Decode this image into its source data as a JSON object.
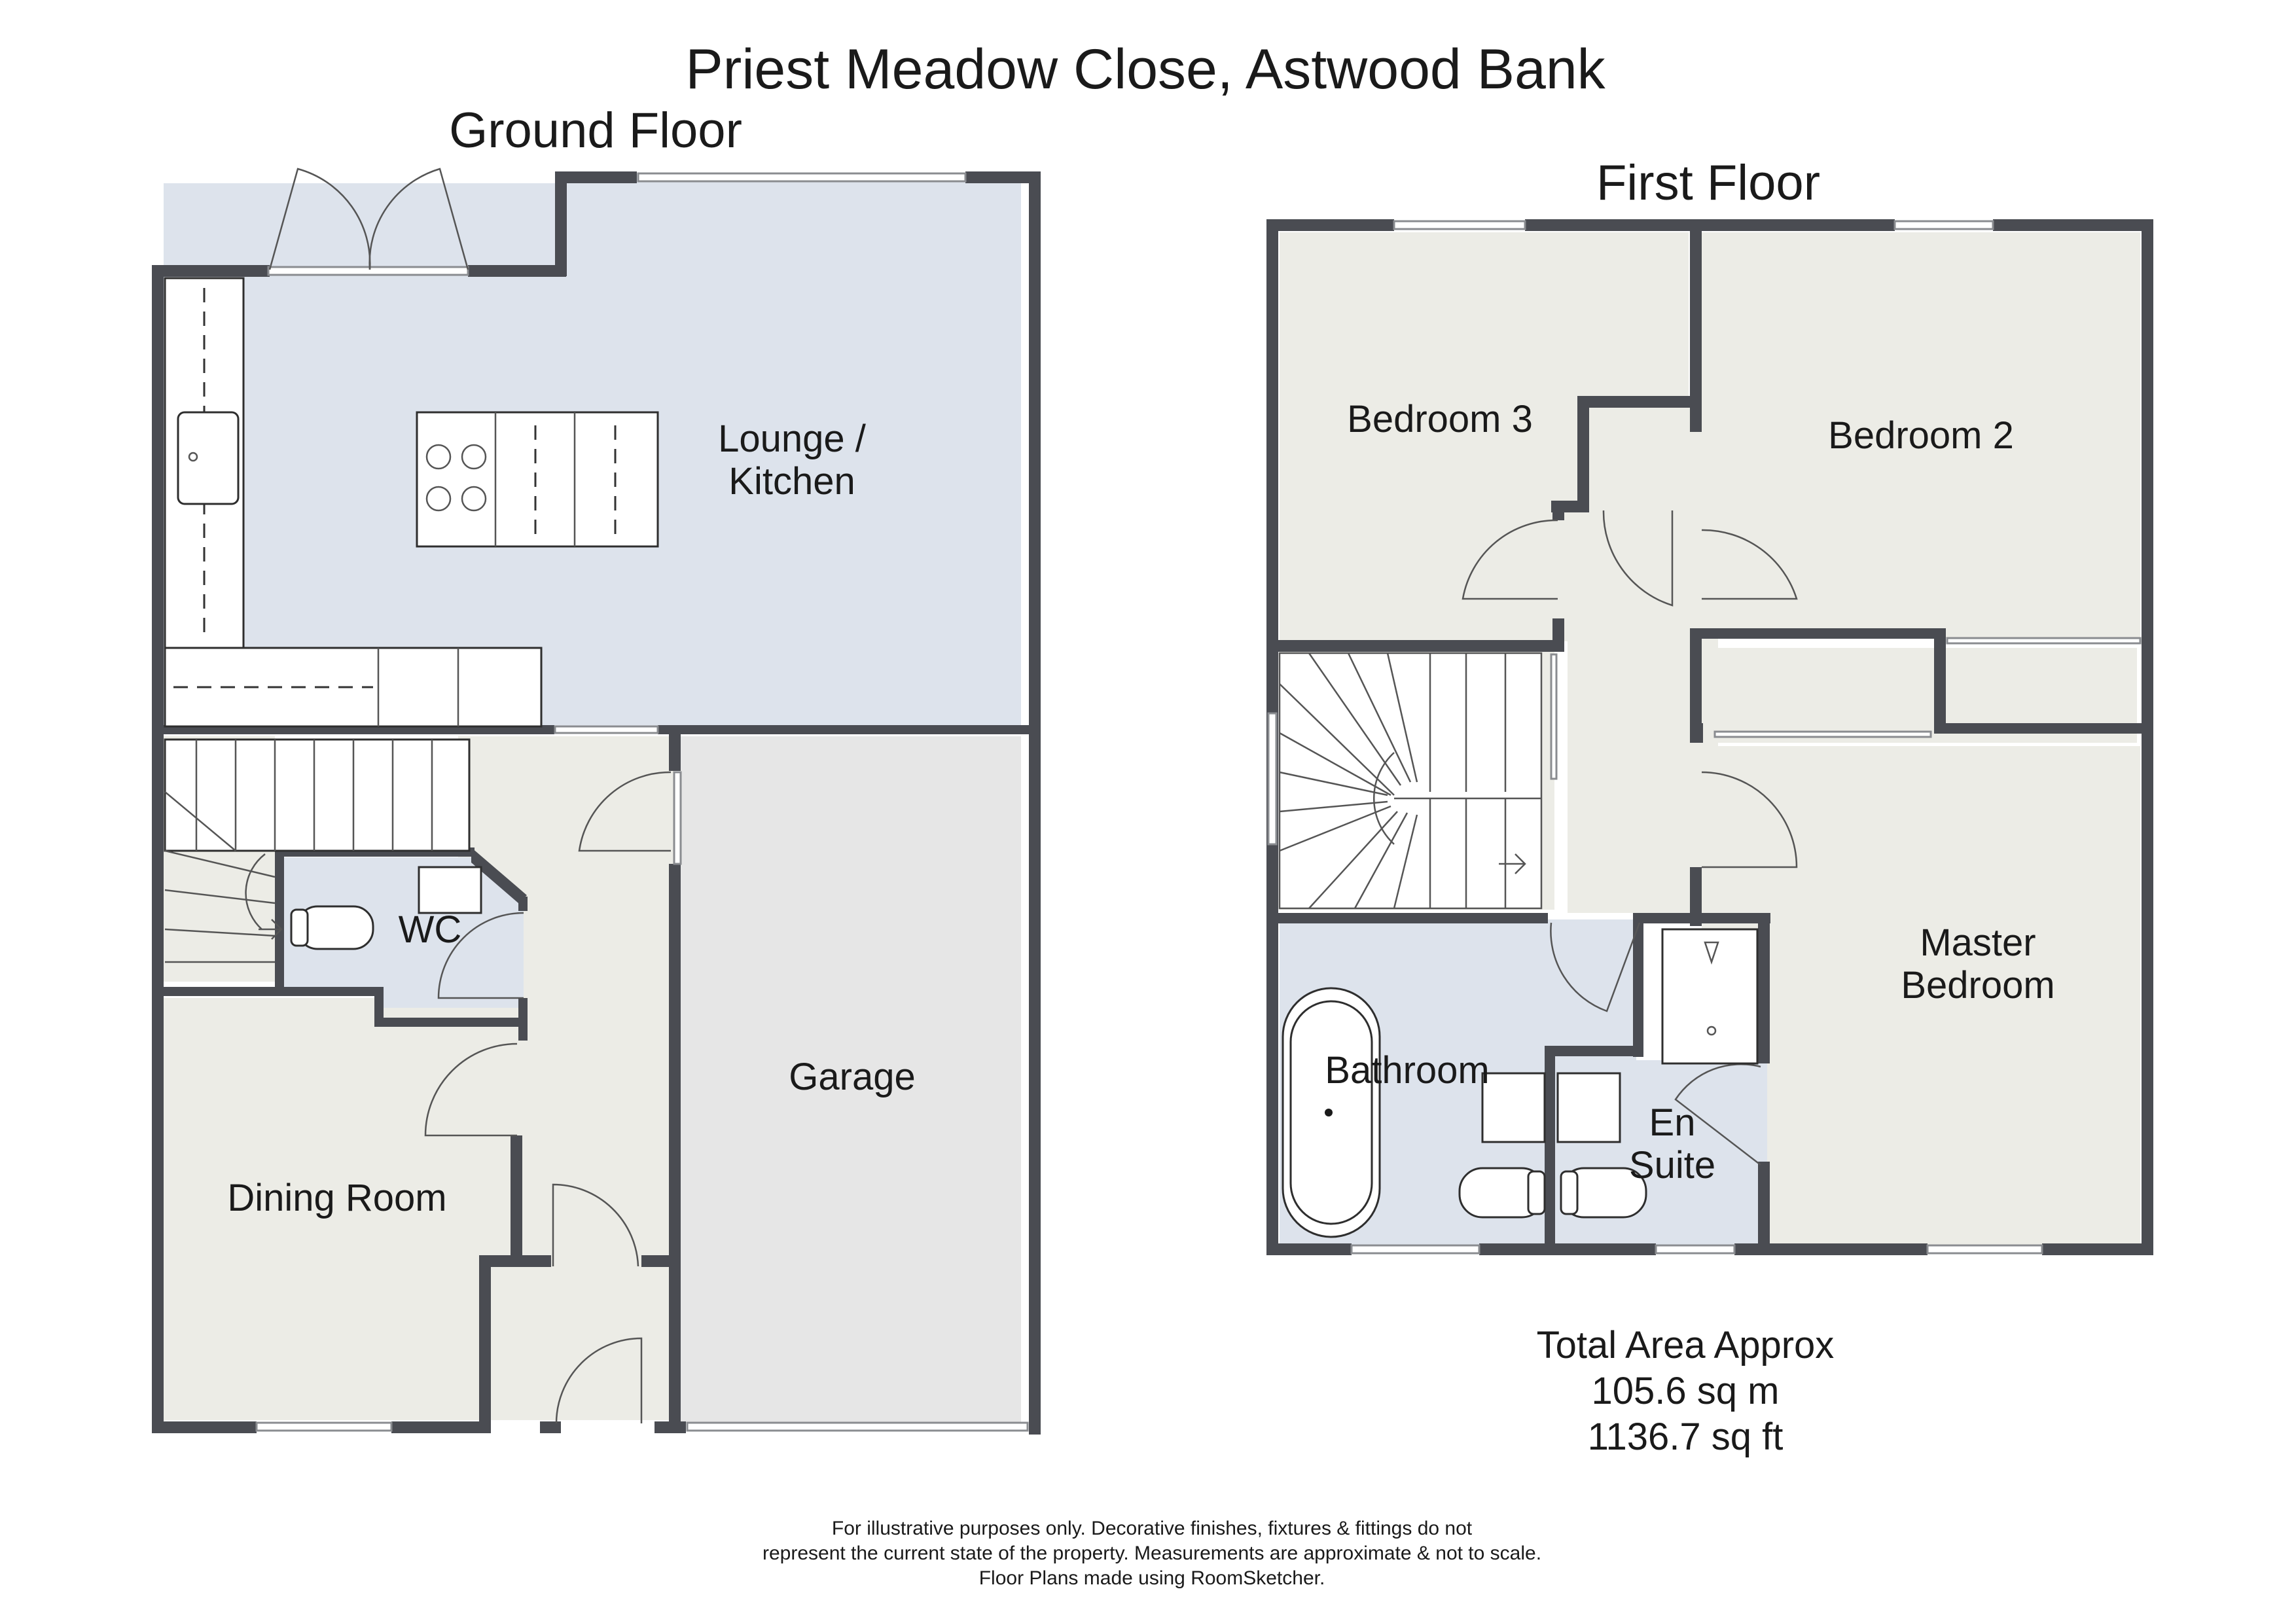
{
  "title": "Priest Meadow Close, Astwood Bank",
  "floors": [
    {
      "name": "Ground Floor",
      "rooms": {
        "lounge_kitchen": [
          "Lounge /",
          "Kitchen"
        ],
        "wc": "WC",
        "garage": "Garage",
        "dining_room": "Dining Room"
      }
    },
    {
      "name": "First Floor",
      "rooms": {
        "bedroom3": "Bedroom 3",
        "bedroom2": "Bedroom 2",
        "master_bedroom": [
          "Master",
          "Bedroom"
        ],
        "bathroom": "Bathroom",
        "en_suite": [
          "En",
          "Suite"
        ]
      }
    }
  ],
  "total_area": {
    "label": "Total Area Approx",
    "sq_m": "105.6 sq m",
    "sq_ft": "1136.7 sq ft"
  },
  "disclaimer": [
    "For illustrative purposes only. Decorative finishes, fixtures & fittings do not",
    "represent the current state of the property. Measurements are approximate & not to scale.",
    "Floor Plans made using RoomSketcher."
  ],
  "colors": {
    "wall": "#4a4c52",
    "living": "#dde3ec",
    "wet_room": "#dde3ec",
    "bedroom": "#ecece6",
    "hall": "#ecece6",
    "garage": "#e6e6e6"
  }
}
